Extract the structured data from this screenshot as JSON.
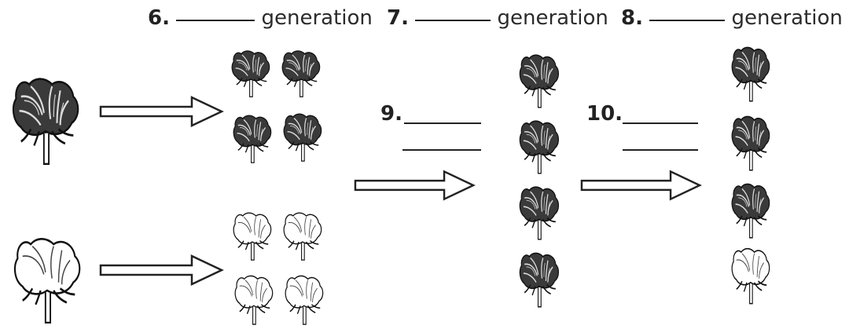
{
  "headers": {
    "q6": {
      "number": "6.",
      "word": "generation"
    },
    "q7": {
      "number": "7.",
      "word": "generation"
    },
    "q8": {
      "number": "8.",
      "word": "generation"
    }
  },
  "labels": {
    "q9": "9.",
    "q10": "10."
  },
  "flowers": {
    "parent_dark": "dark-flower",
    "parent_light": "light-flower",
    "f1_dark_count": 4,
    "f1_light_count": 4,
    "f2_first_column": [
      "dark",
      "dark",
      "dark",
      "dark"
    ],
    "f2_second_column": [
      "dark",
      "dark",
      "dark",
      "light"
    ]
  },
  "colors": {
    "ink": "#222222",
    "dark_fill": "#3a3a3a",
    "light_fill": "#ffffff"
  }
}
